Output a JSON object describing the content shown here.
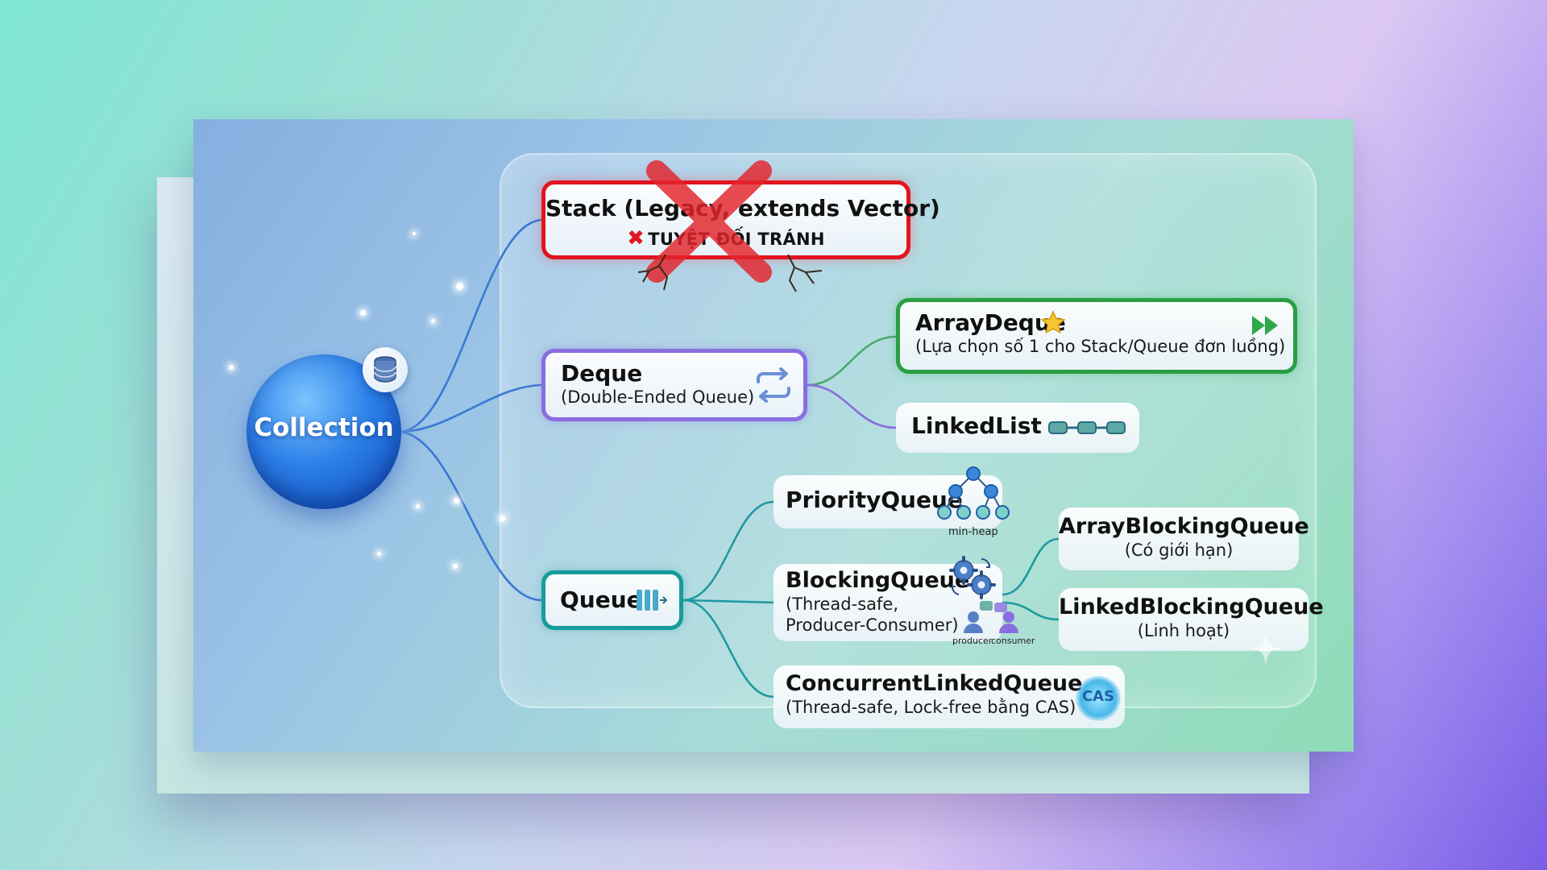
{
  "root": {
    "label": "Collection",
    "icon": "database-icon"
  },
  "stack": {
    "title": "Stack (Legacy, extends Vector)",
    "warning": "TUYỆT ĐỐI TRÁNH",
    "status": "crossed-out",
    "icon": "red-x-icon",
    "color": "#e0151f"
  },
  "deque": {
    "title": "Deque",
    "subtitle": "(Double-Ended Queue)",
    "icon": "swap-arrows-icon",
    "color": "#8a6de0"
  },
  "arraydeque": {
    "title": "ArrayDeque",
    "subtitle": "(Lựa chọn số 1 cho Stack/Queue đơn luồng)",
    "icons": [
      "star-icon",
      "fast-forward-icon"
    ],
    "color": "#2a9e43"
  },
  "linkedlist": {
    "title": "LinkedList",
    "icon": "chain-links-icon"
  },
  "queue": {
    "title": "Queue",
    "icon": "queue-bars-icon",
    "color": "#169c9a"
  },
  "priorityqueue": {
    "title": "PriorityQueue",
    "caption": "min-heap",
    "icon": "heap-tree-icon"
  },
  "blockingqueue": {
    "title": "BlockingQueue",
    "line1": "(Thread-safe,",
    "line2": "Producer-Consumer)",
    "producer": "producer",
    "consumer": "consumer",
    "icons": [
      "gears-icon",
      "producer-consumer-icon"
    ]
  },
  "clq": {
    "title": "ConcurrentLinkedQueue",
    "subtitle": "(Thread-safe, Lock-free bằng CAS)",
    "badge": "CAS"
  },
  "abq": {
    "title": "ArrayBlockingQueue",
    "subtitle": "(Có giới hạn)"
  },
  "lbq": {
    "title": "LinkedBlockingQueue",
    "subtitle": "(Linh hoạt)"
  }
}
